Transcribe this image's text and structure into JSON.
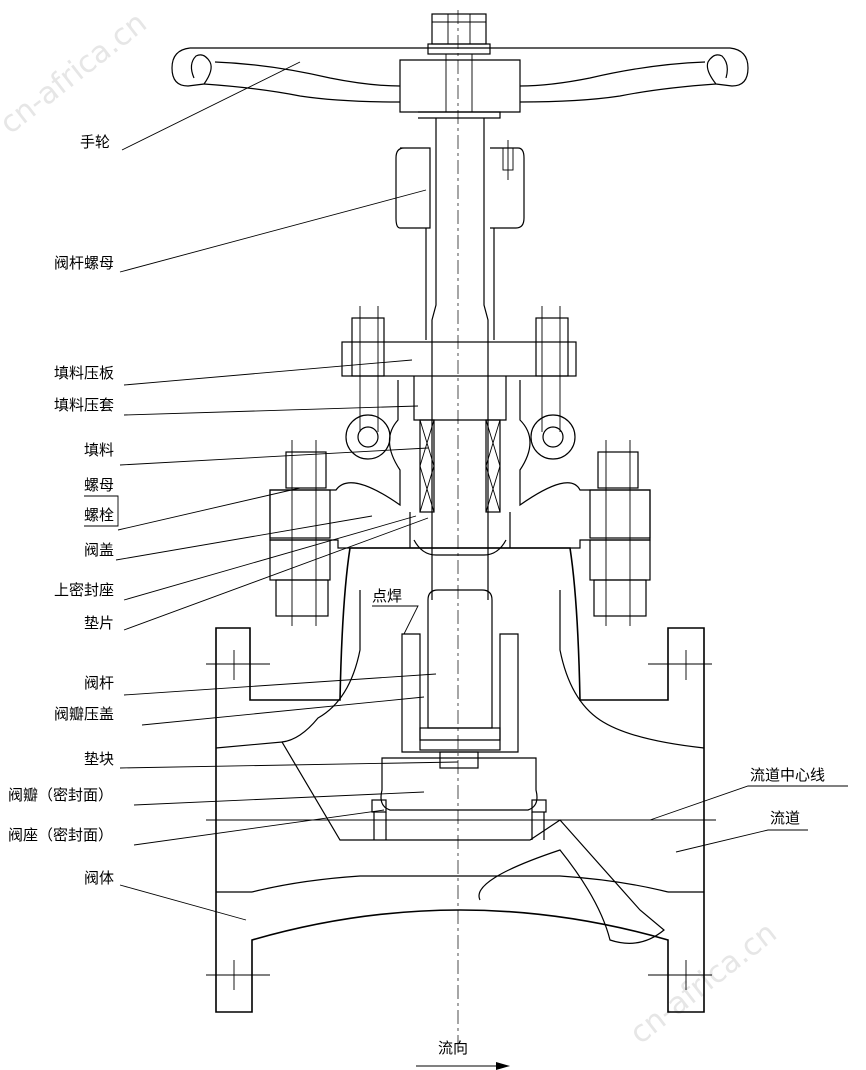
{
  "labels": {
    "handwheel": "手轮",
    "stem_nut": "阀杆螺母",
    "gland_flange": "填料压板",
    "gland": "填料压套",
    "packing": "填料",
    "nut": "螺母",
    "bolt": "螺栓",
    "bonnet": "阀盖",
    "backseat": "上密封座",
    "gasket": "垫片",
    "spot_weld": "点焊",
    "stem": "阀杆",
    "disc_nut": "阀瓣压盖",
    "thrust_block": "垫块",
    "disc": "阀瓣（密封面）",
    "seat": "阀座（密封面）",
    "body": "阀体",
    "flow_centerline": "流道中心线",
    "flow_channel": "流道",
    "flow_direction": "流向"
  },
  "watermark": {
    "top": "cn-africa.cn",
    "bottom": "cn-africa.cn"
  }
}
